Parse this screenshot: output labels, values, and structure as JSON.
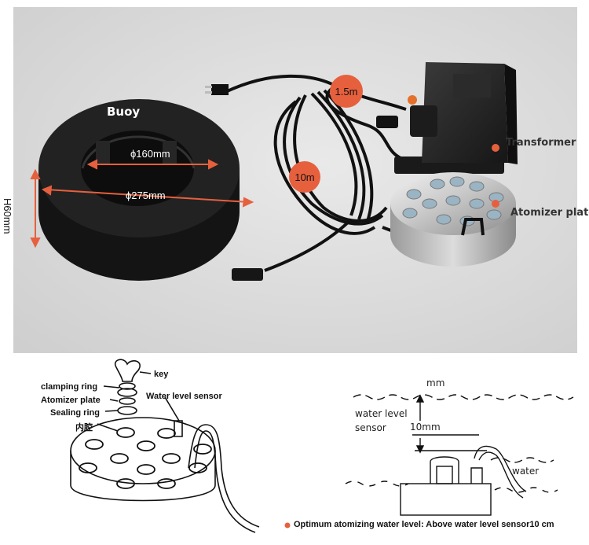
{
  "photo": {
    "labels": {
      "buoy": "Buoy",
      "inner_diameter": "ϕ160mm",
      "outer_diameter": "ϕ275mm",
      "height": "H60mm",
      "cable_short": "1.5m",
      "cable_long": "10m",
      "transformer": "Transformer",
      "atomizer_plate": "Atomizer plate"
    },
    "accent_color": "#e6603e"
  },
  "diagram": {
    "left": {
      "key": "key",
      "clamping_ring": "clamping ring",
      "atomizer_plate": "Atomizer plate",
      "sealing_ring": "Sealing ring",
      "inner_cavity": "内腔",
      "water_level_sensor": "Water level sensor"
    },
    "right": {
      "mm": "mm",
      "water_level_sensor": "water level sensor",
      "ten_mm": "10mm",
      "water": "water"
    },
    "note": "Optimum atomizing water level: Above water level sensor10 cm"
  }
}
